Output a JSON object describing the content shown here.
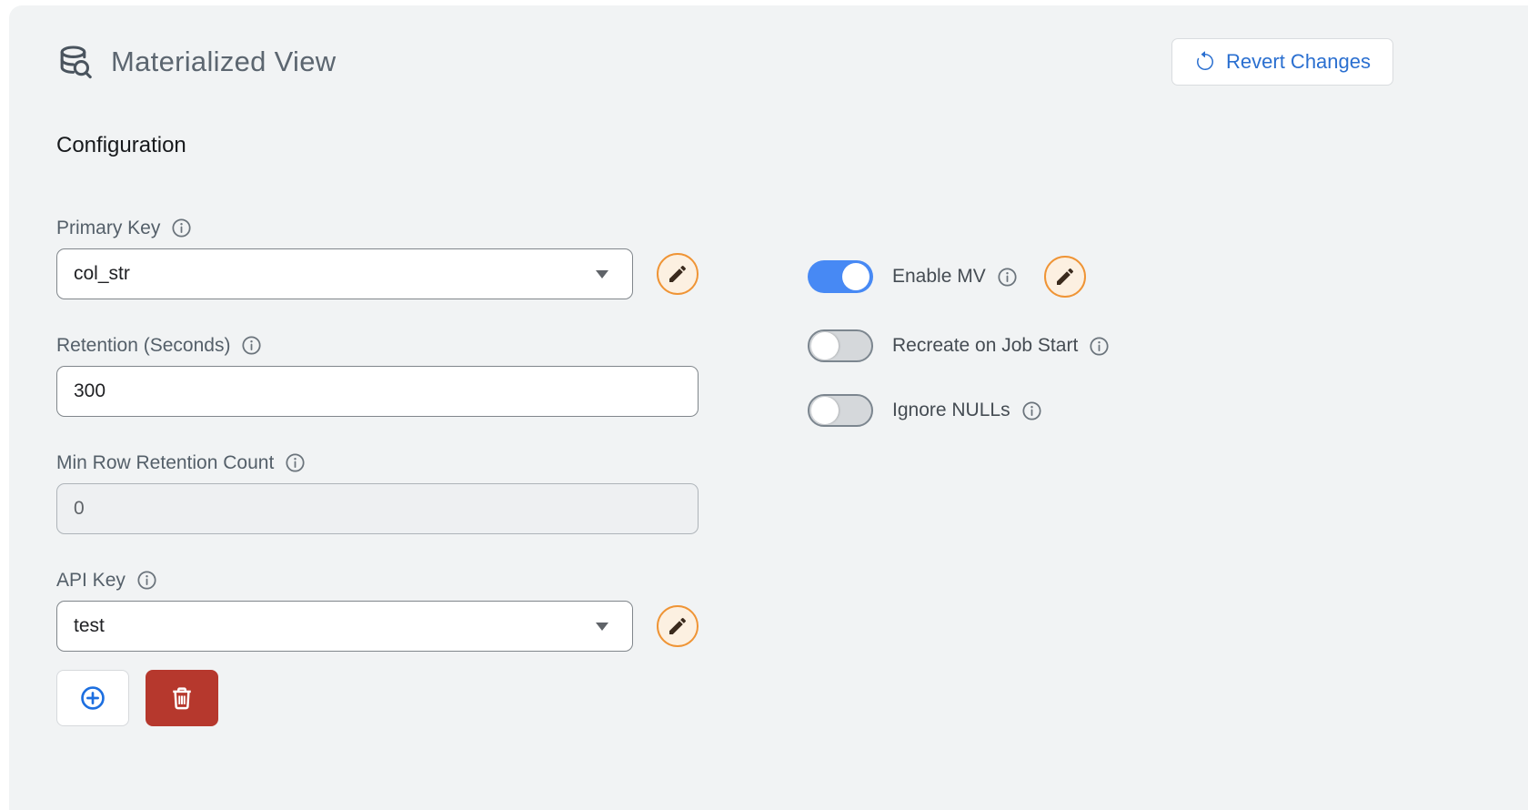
{
  "colors": {
    "background": "#f1f3f4",
    "accent_blue": "#2a6fd0",
    "toggle_on_blue": "#4789f4",
    "pencil_circle_orange": "#ef9435",
    "delete_red": "#b6382d",
    "label_gray": "#545f69"
  },
  "header": {
    "icon": "database-search-icon",
    "title": "Materialized View",
    "revert_label": "Revert Changes"
  },
  "section_title": "Configuration",
  "fields": {
    "primary_key": {
      "label": "Primary Key",
      "value": "col_str",
      "type": "dropdown",
      "editable": true,
      "has_info": true
    },
    "retention": {
      "label": "Retention (Seconds)",
      "value": "300",
      "type": "text",
      "has_info": true
    },
    "min_row_retention": {
      "label": "Min Row Retention Count",
      "value": "0",
      "type": "text",
      "disabled": true,
      "has_info": true
    },
    "api_key": {
      "label": "API Key",
      "value": "test",
      "type": "dropdown",
      "editable": true,
      "has_info": true
    }
  },
  "toggles": [
    {
      "label": "Enable MV",
      "state": "on",
      "has_info": true,
      "has_edit_pencil": true
    },
    {
      "label": "Recreate on Job Start",
      "state": "off",
      "has_info": true
    },
    {
      "label": "Ignore NULLs",
      "state": "off",
      "has_info": true
    }
  ]
}
